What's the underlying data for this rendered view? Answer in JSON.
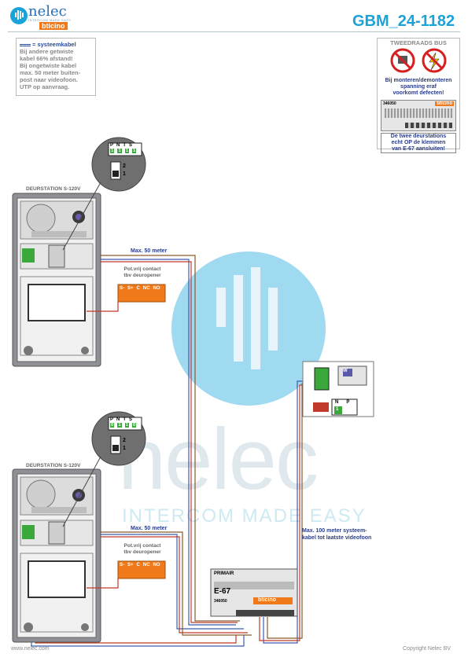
{
  "header": {
    "title": "GBM_24-1182",
    "brand": "nelec",
    "brand_tagline": "INTERCOM MADE EASY",
    "brand2": "bticino"
  },
  "note": {
    "legend": "= systeemkabel",
    "lines": [
      "Bij andere getwiste",
      "kabel 66% afstand!",
      "Bij ongetwiste kabel",
      "max. 50 meter buiten-",
      "post naar videofoon.",
      "UTP op aanvraag."
    ]
  },
  "bus_box": {
    "title": "TWEEDRAADS BUS",
    "warning": [
      "Bij monteren/demonteren",
      "spanning eraf",
      "voorkomt defecten!"
    ],
    "module_code": "346050",
    "module_brand": "bticino",
    "note": [
      "De twee deurstations",
      "echt OP de klemmen",
      "van E-67 aansluiten!"
    ]
  },
  "station1": {
    "label": "DEURSTATION S-120V",
    "contact_title": "Pot.vrij contact",
    "contact_sub": "tbv deuropener",
    "terms": [
      "S-",
      "S+",
      "C",
      "NC",
      "NO"
    ],
    "dip_labels": [
      "P",
      "N",
      "T",
      "S"
    ],
    "dip_values": [
      "1",
      "1",
      "1",
      "1"
    ],
    "switch": [
      "2",
      "1"
    ]
  },
  "station2": {
    "label": "DEURSTATION S-120V",
    "contact_title": "Pot.vrij contact",
    "contact_sub": "tbv deuropener",
    "terms": [
      "S-",
      "S+",
      "C",
      "NC",
      "NO"
    ],
    "dip_labels": [
      "P",
      "N",
      "T",
      "S"
    ],
    "dip_values": [
      "0",
      "1",
      "1",
      "0"
    ],
    "switch": [
      "2",
      "1"
    ]
  },
  "wires": {
    "max50a": "Max. 50 meter",
    "max50b": "Max. 50 meter",
    "max100": [
      "Max. 100 meter systeem-",
      "kabel tot laatste videofoon"
    ]
  },
  "videofoon": {
    "n": "N",
    "p": "P",
    "n_val": "",
    "p_val": "1",
    "badge": "W"
  },
  "e67": {
    "primair": "PRIMAIR",
    "name": "E-67",
    "code": "346050",
    "brand": "bticino"
  },
  "watermark": {
    "text": "nelec",
    "sub": "INTERCOM MADE EASY"
  },
  "footer": {
    "left": "www.nelec.com",
    "right": "Copyright Nelec BV"
  },
  "colors": {
    "accent": "#1aa3d8",
    "orange": "#f07a1a",
    "wire_red": "#c0392b",
    "wire_blue": "#3a5cb0",
    "wire_brown": "#8a5a2b"
  }
}
